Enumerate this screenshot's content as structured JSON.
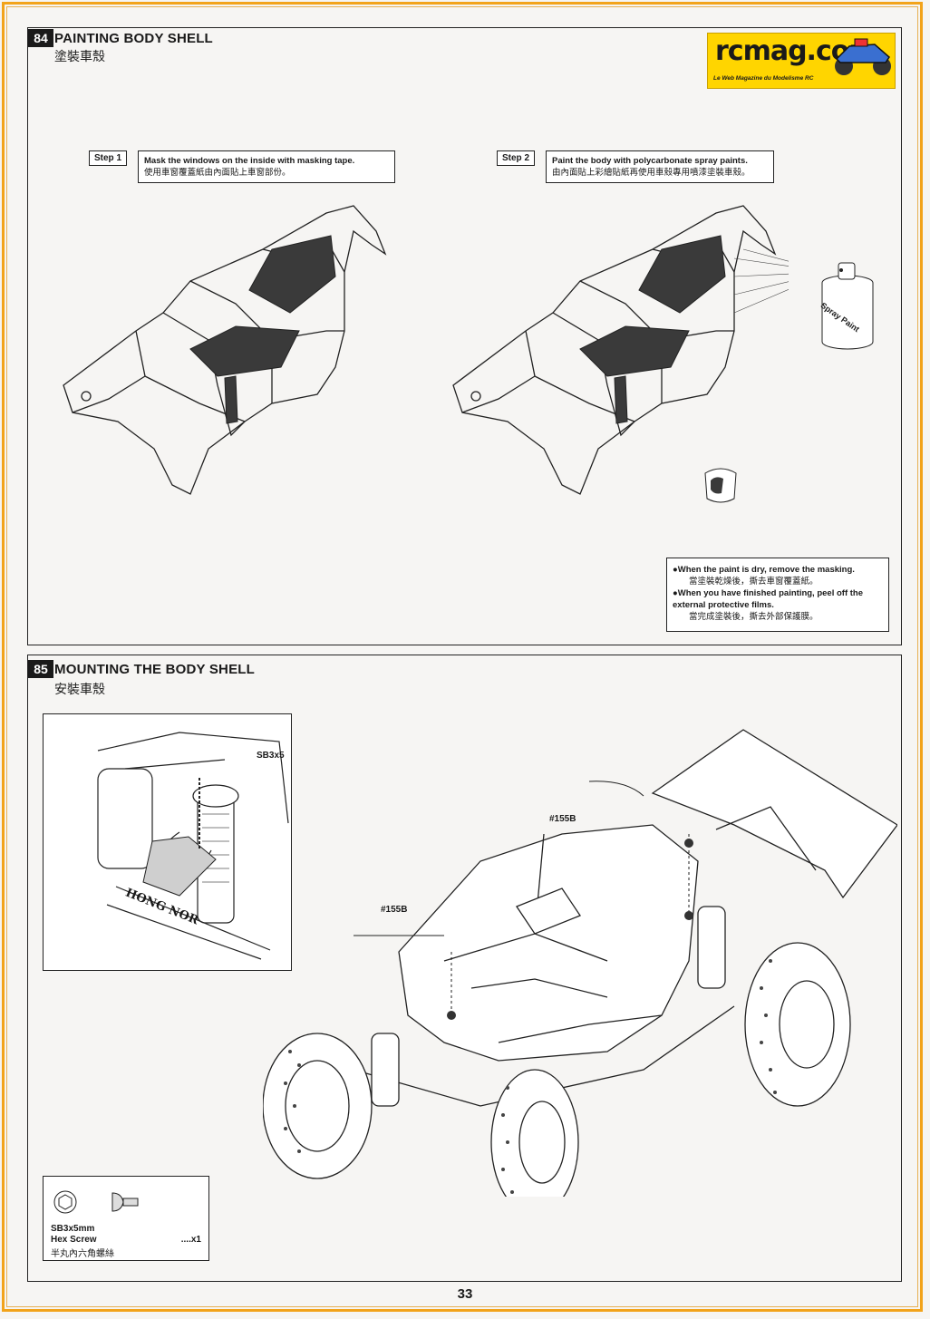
{
  "logo": {
    "text": "rcmag.com",
    "tagline": "Le Web Magazine du Modelisme RC",
    "colors": {
      "background": "#ffd500",
      "border": "#f2a31b"
    }
  },
  "step84": {
    "number": "84",
    "title": "PAINTING BODY SHELL",
    "subtitle": "塗裝車殼",
    "step1": {
      "tag": "Step 1",
      "text_en": "Mask the windows on the inside with masking tape.",
      "text_cn": "使用車窗覆蓋紙由內面貼上車窗部份。"
    },
    "step2": {
      "tag": "Step 2",
      "text_en": "Paint the body with polycarbonate spray paints.",
      "text_cn": "由內面貼上彩繪貼紙再使用車殼專用噴漆塗裝車殼。"
    },
    "spray_label": "Spray Paint",
    "notes": [
      {
        "en": "When the paint is dry, remove the masking.",
        "cn": "當塗裝乾燥後，撕去車窗覆蓋紙。"
      },
      {
        "en": "When you have finished painting, peel off the external protective films.",
        "cn": "當完成塗裝後，撕去外部保護膜。"
      }
    ]
  },
  "step85": {
    "number": "85",
    "title": "MOUNTING THE BODY SHELL",
    "subtitle": "安裝車殼",
    "detail_label": "SB3x5",
    "detail_brand": "HONG NOR",
    "clip_label_1": "#155B",
    "clip_label_2": "#155B",
    "hardware": {
      "name": "SB3x5mm",
      "type": "Hex Screw",
      "type_cn": "半丸內六角螺絲",
      "qty": "....x1"
    }
  },
  "page": {
    "number": "33"
  }
}
